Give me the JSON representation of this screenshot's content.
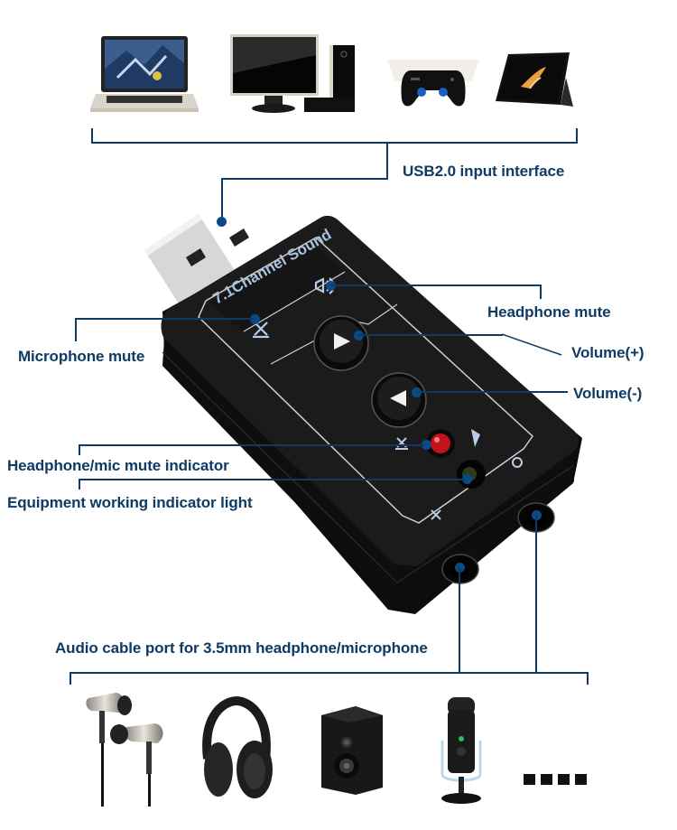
{
  "colors": {
    "accent": "#0d3b66",
    "dot": "#0b4a85",
    "device_body": "#141414",
    "led_red": "#c0141a"
  },
  "top_devices": [
    {
      "name": "laptop",
      "icon": "laptop-icon"
    },
    {
      "name": "desktop computer",
      "icon": "desktop-computer-icon"
    },
    {
      "name": "game console with gamepad",
      "icon": "game-console-icon"
    },
    {
      "name": "tablet",
      "icon": "tablet-icon"
    }
  ],
  "product": {
    "name": "USB sound card",
    "print_text": "7.1Channel Sound"
  },
  "labels": {
    "usb": "USB2.0 input interface",
    "headphone_mute": "Headphone mute",
    "mic_mute": "Microphone mute",
    "volume_up": "Volume(+)",
    "volume_down": "Volume(-)",
    "mute_indicator": "Headphone/mic mute indicator",
    "working_light": "Equipment working indicator light",
    "audio_port": "Audio cable port for 3.5mm headphone/microphone"
  },
  "bottom_devices": [
    {
      "name": "earphones",
      "icon": "earphones-icon"
    },
    {
      "name": "headphones",
      "icon": "headphones-icon"
    },
    {
      "name": "speaker",
      "icon": "speaker-icon"
    },
    {
      "name": "microphone",
      "icon": "microphone-icon"
    },
    {
      "name": "more",
      "icon": "ellipsis-squares-icon"
    }
  ]
}
